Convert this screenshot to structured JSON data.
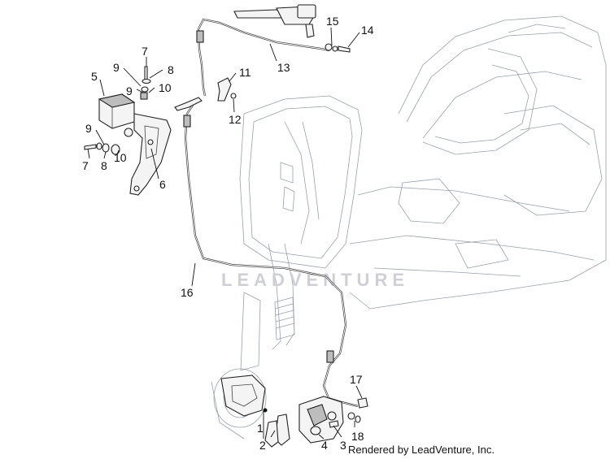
{
  "watermark": "LEADVENTURE",
  "credit": "Rendered by LeadVenture, Inc.",
  "callouts": [
    {
      "id": "1",
      "label": "1"
    },
    {
      "id": "2",
      "label": "2"
    },
    {
      "id": "3",
      "label": "3"
    },
    {
      "id": "4",
      "label": "4"
    },
    {
      "id": "5",
      "label": "5"
    },
    {
      "id": "6",
      "label": "6"
    },
    {
      "id": "7a",
      "label": "7"
    },
    {
      "id": "7b",
      "label": "7"
    },
    {
      "id": "8a",
      "label": "8"
    },
    {
      "id": "8b",
      "label": "8"
    },
    {
      "id": "9a",
      "label": "9"
    },
    {
      "id": "9b",
      "label": "9"
    },
    {
      "id": "9c",
      "label": "9"
    },
    {
      "id": "10a",
      "label": "10"
    },
    {
      "id": "10b",
      "label": "10"
    },
    {
      "id": "11",
      "label": "11"
    },
    {
      "id": "12",
      "label": "12"
    },
    {
      "id": "13",
      "label": "13"
    },
    {
      "id": "14",
      "label": "14"
    },
    {
      "id": "15",
      "label": "15"
    },
    {
      "id": "16",
      "label": "16"
    },
    {
      "id": "17",
      "label": "17"
    },
    {
      "id": "18",
      "label": "18"
    }
  ]
}
